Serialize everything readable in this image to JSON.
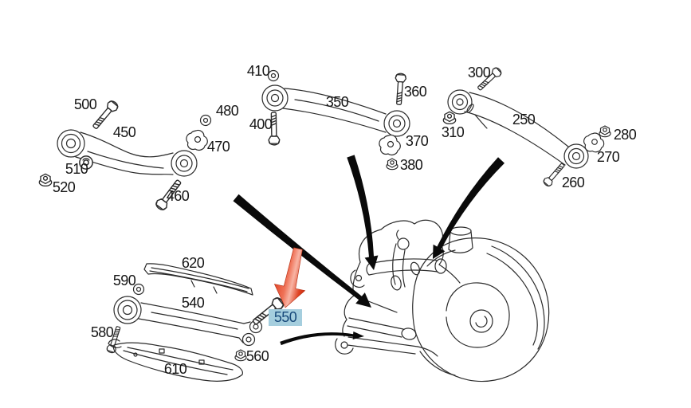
{
  "diagram": {
    "type": "exploded-parts-diagram",
    "subject": "rear suspension control arms and wheel carrier",
    "colors": {
      "background": "#ffffff",
      "line": "#2b2b2b",
      "label_text": "#151515",
      "flow_arrow": "#0a0a0a",
      "highlight_bg": "#a5cede",
      "highlight_text": "#17497a",
      "pointer_red_dark": "#d32a0e",
      "pointer_red_light": "#f8b4a4"
    },
    "labels": {
      "p500": {
        "text": "500"
      },
      "p450": {
        "text": "450"
      },
      "p510": {
        "text": "510"
      },
      "p520": {
        "text": "520"
      },
      "p460": {
        "text": "460"
      },
      "p470": {
        "text": "470"
      },
      "p480": {
        "text": "480"
      },
      "p410": {
        "text": "410"
      },
      "p400": {
        "text": "400"
      },
      "p350": {
        "text": "350"
      },
      "p360": {
        "text": "360"
      },
      "p370": {
        "text": "370"
      },
      "p380": {
        "text": "380"
      },
      "p300": {
        "text": "300"
      },
      "p310": {
        "text": "310"
      },
      "p250": {
        "text": "250"
      },
      "p280": {
        "text": "280"
      },
      "p270": {
        "text": "270"
      },
      "p260": {
        "text": "260"
      },
      "p620": {
        "text": "620"
      },
      "p590": {
        "text": "590"
      },
      "p540": {
        "text": "540"
      },
      "p580": {
        "text": "580"
      },
      "p550": {
        "text": "550",
        "highlighted": true
      },
      "p560": {
        "text": "560"
      },
      "p610": {
        "text": "610"
      }
    }
  }
}
